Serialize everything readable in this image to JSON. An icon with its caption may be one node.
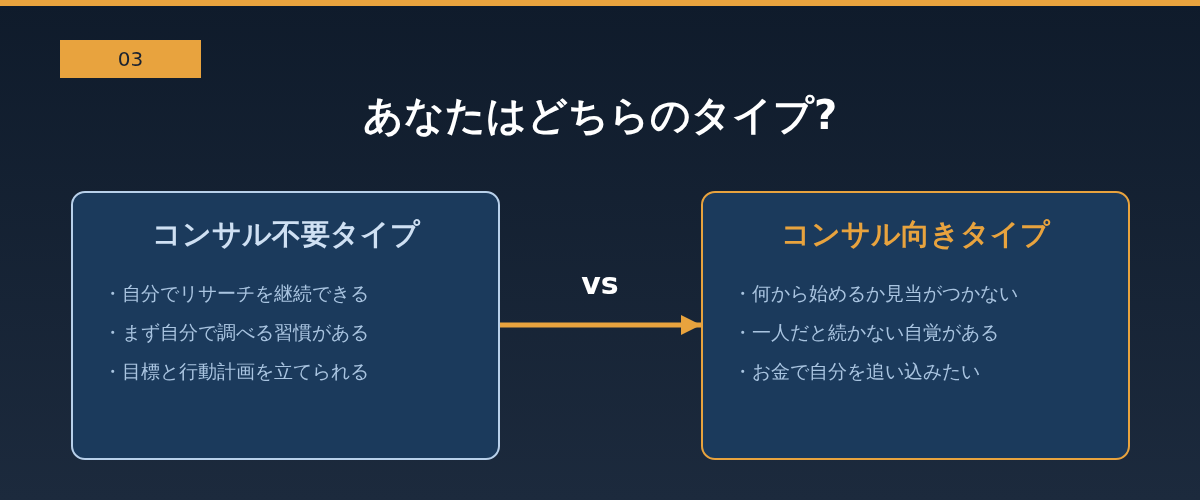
{
  "diagram": {
    "title": "あなたはどちらのタイプ?",
    "nodes": [
      {
        "text": [
          "コンサル不要タイプ",
          "・自分でリサーチを継続できる",
          "・まず自分で調べる習慣がある",
          "・目標と行動計画を立てられる"
        ]
      },
      {
        "text": [
          "コンサル向きタイプ",
          "・何から始めるか見当がつかない",
          "・一人だと続かない自覚がある",
          "・お金で自分を追い込みたい"
        ]
      }
    ],
    "edges": [
      {
        "from": 0,
        "to": 1,
        "arrow": "to",
        "label": "vs",
        "color": "#e8a33e"
      }
    ],
    "labels": [
      "03"
    ]
  }
}
